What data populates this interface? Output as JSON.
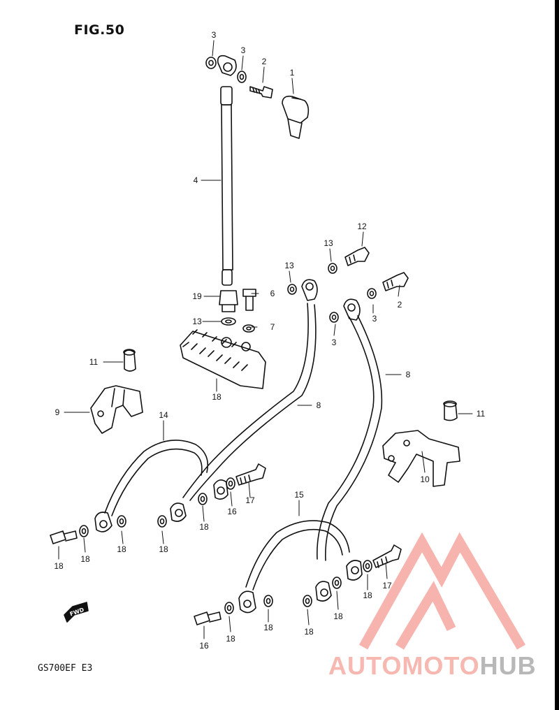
{
  "figure": {
    "title": "FIG.50",
    "model_code": "GS700EF  E3"
  },
  "callouts": [
    "3",
    "3",
    "2",
    "1",
    "4",
    "12",
    "13",
    "13",
    "19",
    "6",
    "13",
    "7",
    "2",
    "3",
    "3",
    "8",
    "8",
    "11",
    "11",
    "9",
    "14",
    "10",
    "18",
    "17",
    "18",
    "18",
    "18",
    "16",
    "18",
    "15",
    "17",
    "18",
    "18",
    "18",
    "16",
    "18",
    "18",
    "18"
  ],
  "fwd_mark": "FWD",
  "watermark": {
    "part1": "AUTOMOTO",
    "part2": "HUB",
    "color1": "#f6b8b0",
    "color2": "#b8b8b8"
  }
}
